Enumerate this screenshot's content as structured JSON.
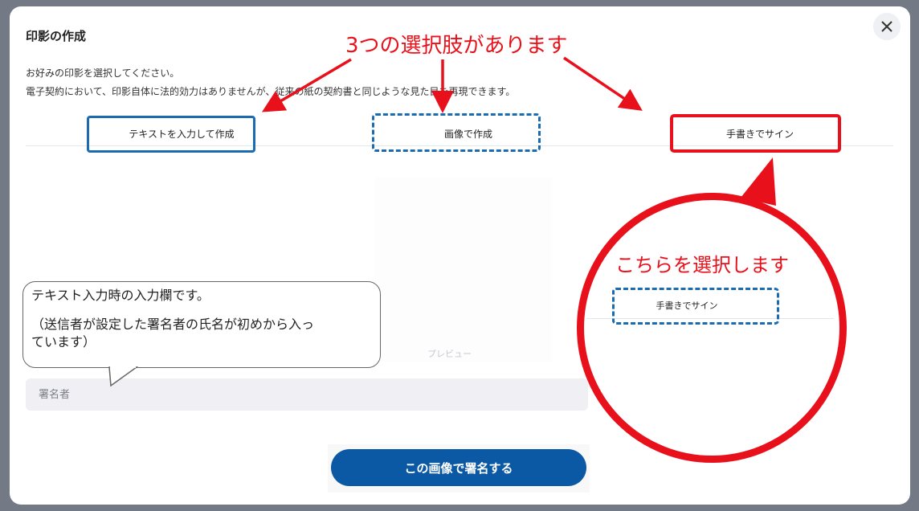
{
  "dialog": {
    "title": "印影の作成",
    "description_line1": "お好みの印影を選択してください。",
    "description_line2": "電子契約において、印影自体に法的効力はありませんが、従来の紙の契約書と同じような見た目を再現できます。",
    "close_icon": "close-icon"
  },
  "tabs": [
    {
      "label": "テキストを入力して作成"
    },
    {
      "label": "画像で作成"
    },
    {
      "label": "手書きでサイン"
    }
  ],
  "preview": {
    "label": "プレビュー"
  },
  "signer_input": {
    "placeholder": "署名者",
    "value": ""
  },
  "submit_button": {
    "label": "この画像で署名する"
  },
  "annotations": {
    "top_callout": "3つの選択肢があります",
    "select_callout": "こちらを選択します",
    "magnified_tab_label": "手書きでサイン",
    "note_line1": "テキスト入力時の入力欄です。",
    "note_line2": "（送信者が設定した署名者の氏名が初めから入っ",
    "note_line3": "ています）"
  },
  "colors": {
    "primary_button": "#0b58a5",
    "annotation_red": "#e8111b",
    "annotation_blue": "#1a6bb0"
  }
}
